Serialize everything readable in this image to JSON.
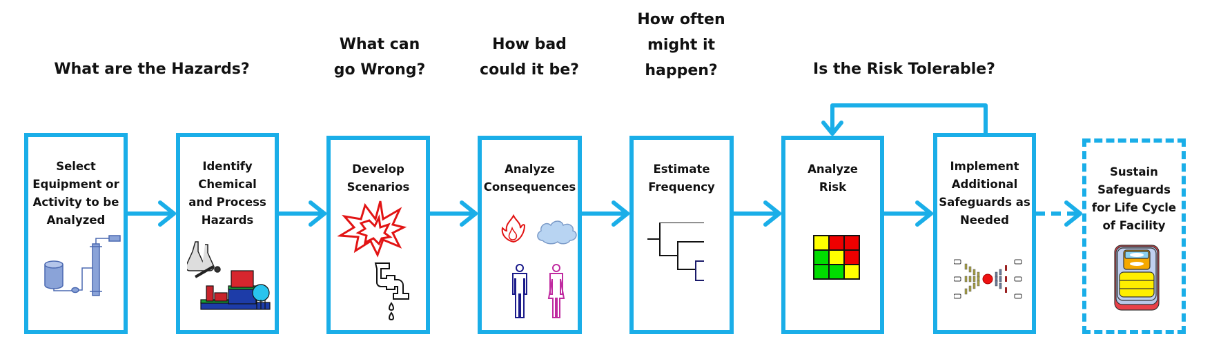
{
  "colors": {
    "accent": "#1aaee8",
    "text": "#111111",
    "risk_red": "#ee0000",
    "risk_yellow": "#ffff00",
    "risk_green": "#00dd00"
  },
  "questions": [
    {
      "id": "hazards",
      "text": "What are the Hazards?"
    },
    {
      "id": "wrong",
      "text": "What can go Wrong?",
      "lines": [
        "What can",
        "go Wrong?"
      ]
    },
    {
      "id": "bad",
      "text": "How bad could it be?",
      "lines": [
        "How bad",
        "could it be?"
      ]
    },
    {
      "id": "often",
      "text": "How often might it happen?",
      "lines": [
        "How often",
        "might it",
        "happen?"
      ]
    },
    {
      "id": "tolerable",
      "text": "Is the Risk Tolerable?"
    }
  ],
  "steps": [
    {
      "id": "select",
      "lines": [
        "Select",
        "Equipment or",
        "Activity to be",
        "Analyzed"
      ],
      "icon": "process-equipment-icon"
    },
    {
      "id": "identify",
      "lines": [
        "Identify",
        "Chemical",
        "and Process",
        "Hazards"
      ],
      "icon": "chemical-plant-icon"
    },
    {
      "id": "scenarios",
      "lines": [
        "Develop",
        "Scenarios"
      ],
      "icon": "explosion-leak-icon"
    },
    {
      "id": "consequences",
      "lines": [
        "Analyze",
        "Consequences"
      ],
      "icon": "fire-cloud-people-icon"
    },
    {
      "id": "frequency",
      "lines": [
        "Estimate",
        "Frequency"
      ],
      "icon": "event-tree-icon"
    },
    {
      "id": "risk",
      "lines": [
        "Analyze",
        "Risk"
      ],
      "icon": "risk-matrix-icon"
    },
    {
      "id": "safeguards",
      "lines": [
        "Implement",
        "Additional",
        "Safeguards as",
        "Needed"
      ],
      "icon": "bowtie-icon"
    },
    {
      "id": "sustain",
      "lines": [
        "Sustain",
        "Safeguards",
        "for Life Cycle",
        "of Facility"
      ],
      "icon": "layers-of-protection-icon",
      "dashed": true
    }
  ],
  "risk_matrix": [
    [
      "yellow",
      "red",
      "red"
    ],
    [
      "green",
      "yellow",
      "red"
    ],
    [
      "green",
      "green",
      "yellow"
    ]
  ],
  "connectors": [
    {
      "from": "select",
      "to": "identify",
      "style": "solid"
    },
    {
      "from": "identify",
      "to": "scenarios",
      "style": "solid"
    },
    {
      "from": "scenarios",
      "to": "consequences",
      "style": "solid"
    },
    {
      "from": "consequences",
      "to": "frequency",
      "style": "solid"
    },
    {
      "from": "frequency",
      "to": "risk",
      "style": "solid"
    },
    {
      "from": "risk",
      "to": "safeguards",
      "style": "solid"
    },
    {
      "from": "safeguards",
      "to": "sustain",
      "style": "dashed"
    },
    {
      "from": "safeguards",
      "to": "risk",
      "style": "feedback-loop"
    }
  ]
}
